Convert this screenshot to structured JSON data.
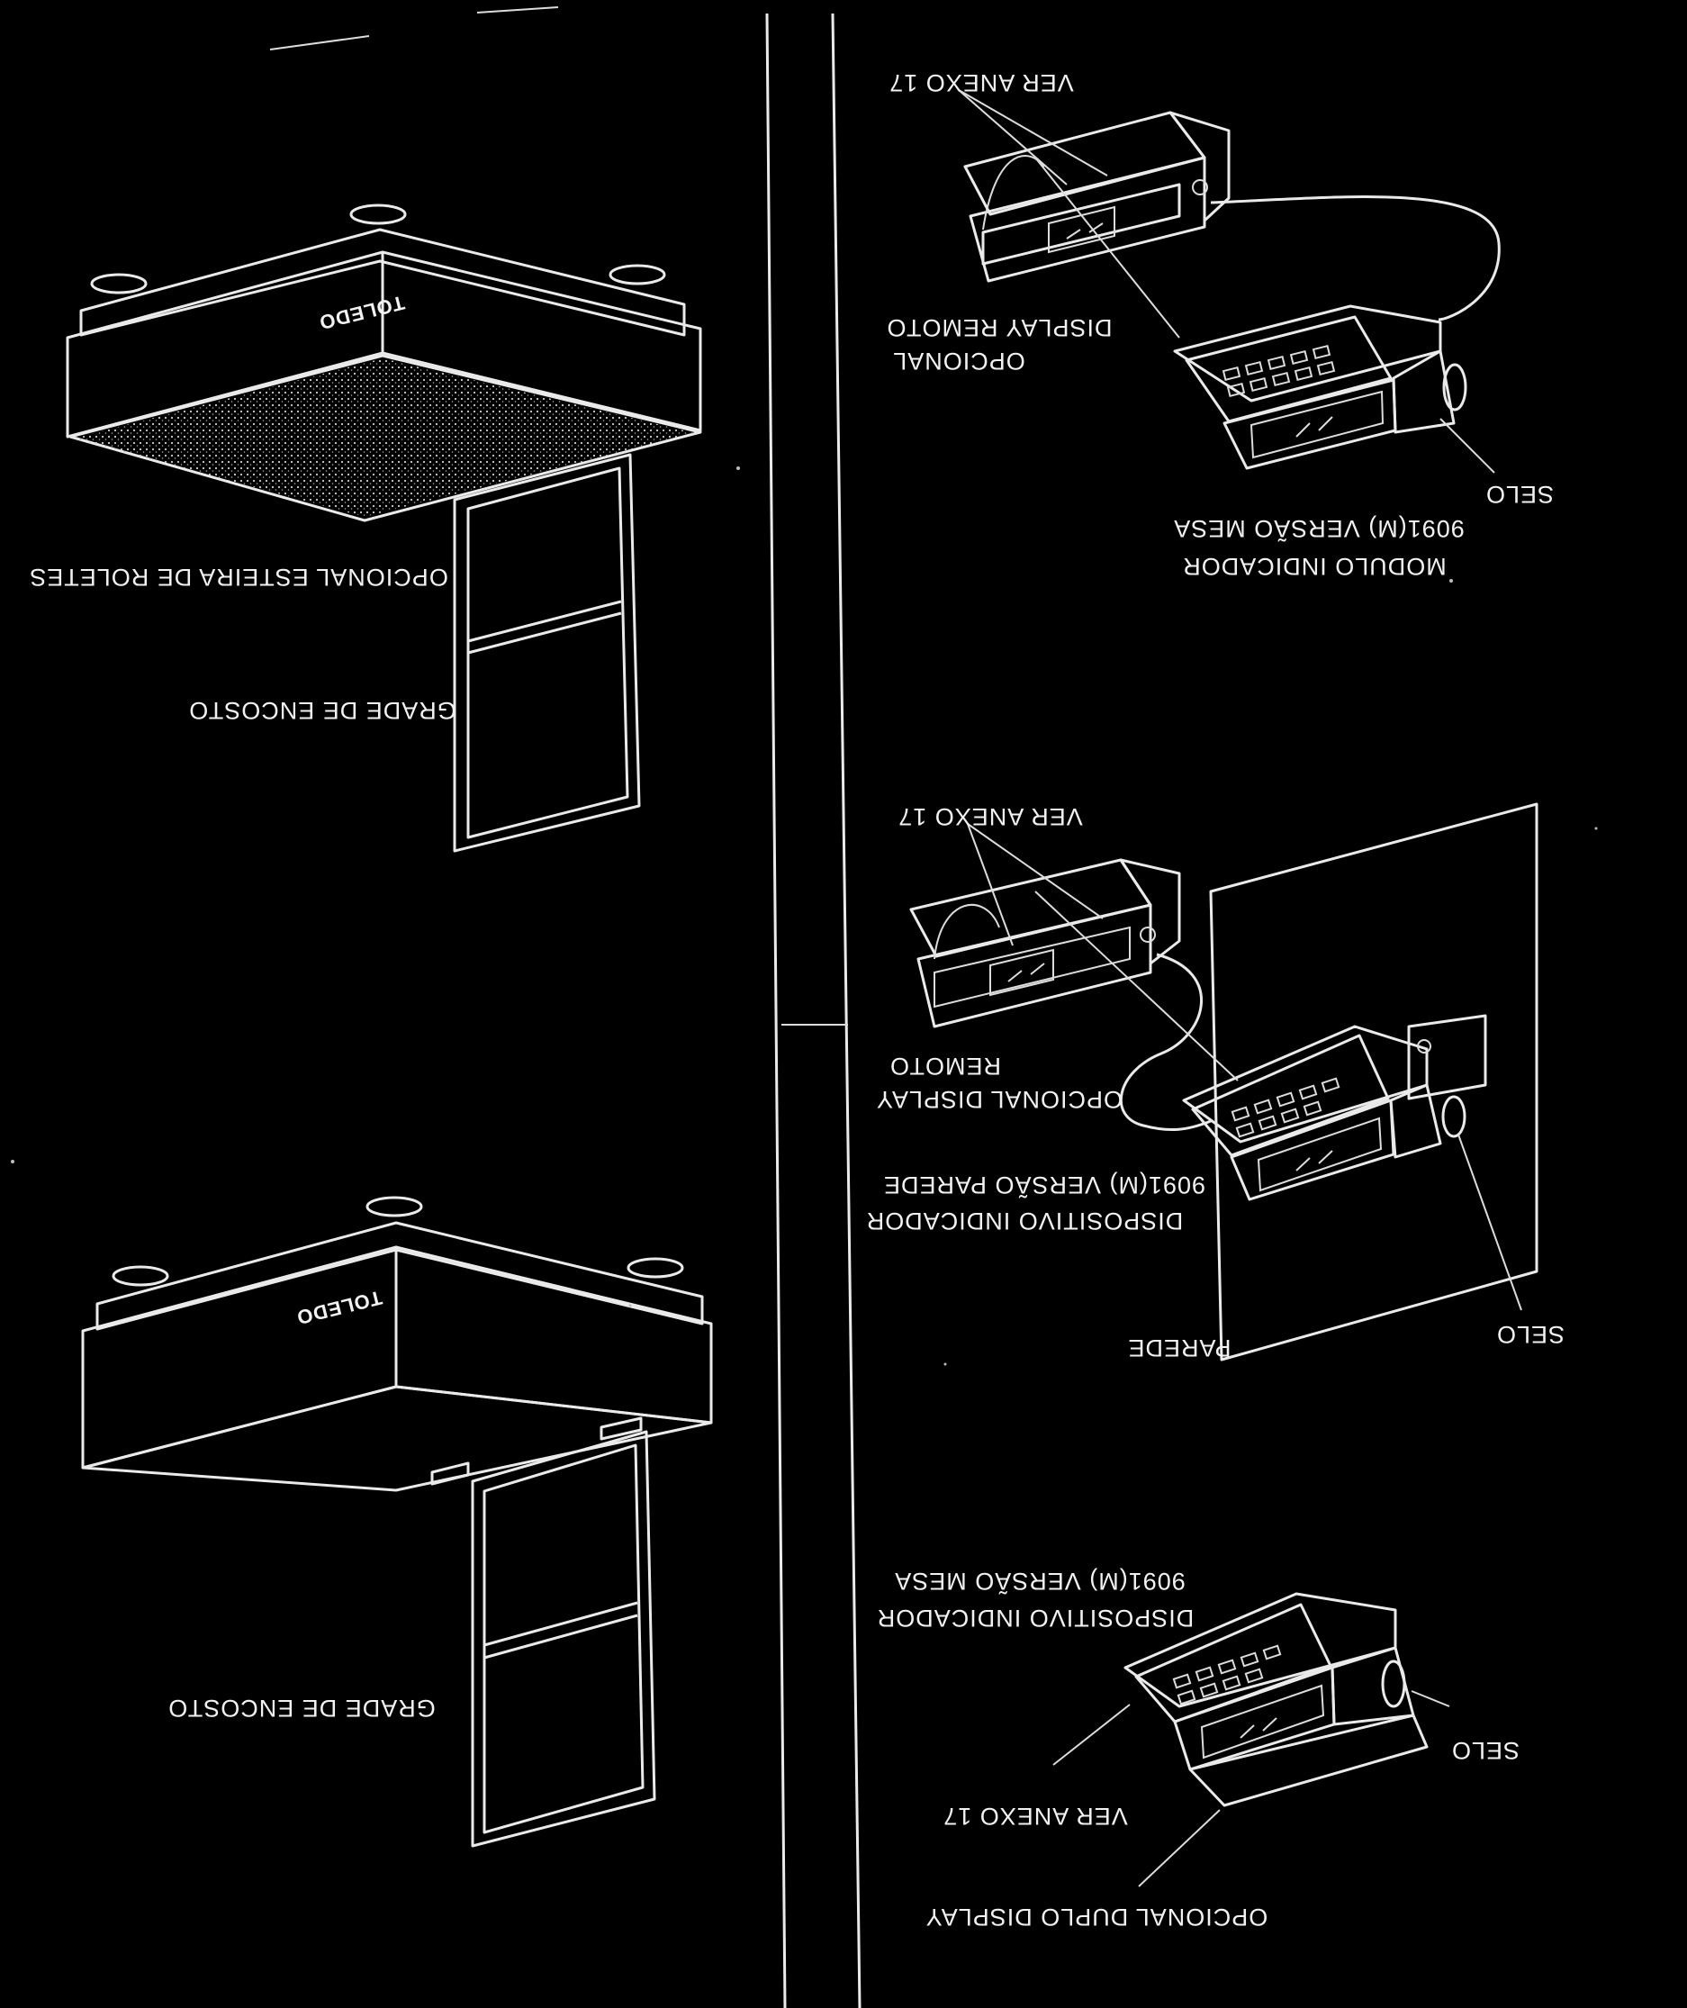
{
  "labels": {
    "top_left": {
      "esteira": "OPCIONAL ESTEIRA DE ROLETES",
      "grade": "GRADE DE ENCOSTO",
      "brand": "TOLEDO"
    },
    "bottom_left": {
      "grade": "GRADE DE ENCOSTO",
      "brand": "TOLEDO"
    },
    "top_right": {
      "ver_anexo": "VER ANEXO 17",
      "display_remoto_1": "DISPLAY REMOTO",
      "display_remoto_2": "OPCIONAL",
      "selo": "SELO",
      "modulo_1": "9091(M) VERSÃO MESA",
      "modulo_2": "MODULO INDICADOR"
    },
    "middle_right": {
      "ver_anexo": "VER ANEXO 17",
      "remoto_1": "REMOTO",
      "remoto_2": "OPCIONAL DISPLAY",
      "versao_1": "9091(M) VERSÃO PAREDE",
      "versao_2": "DISPOSITIVO INDICADOR",
      "parede": "PAREDE",
      "selo": "SELO"
    },
    "bottom_right": {
      "versao_1": "9091(M) VERSÃO MESA",
      "versao_2": "DISPOSITIVO INDICADOR",
      "selo": "SELO",
      "ver_anexo": "VER ANEXO 17",
      "duplo": "OPCIONAL DUPLO DISPLAY"
    }
  },
  "colors": {
    "background": "#000000",
    "line": "#eaeaea"
  }
}
